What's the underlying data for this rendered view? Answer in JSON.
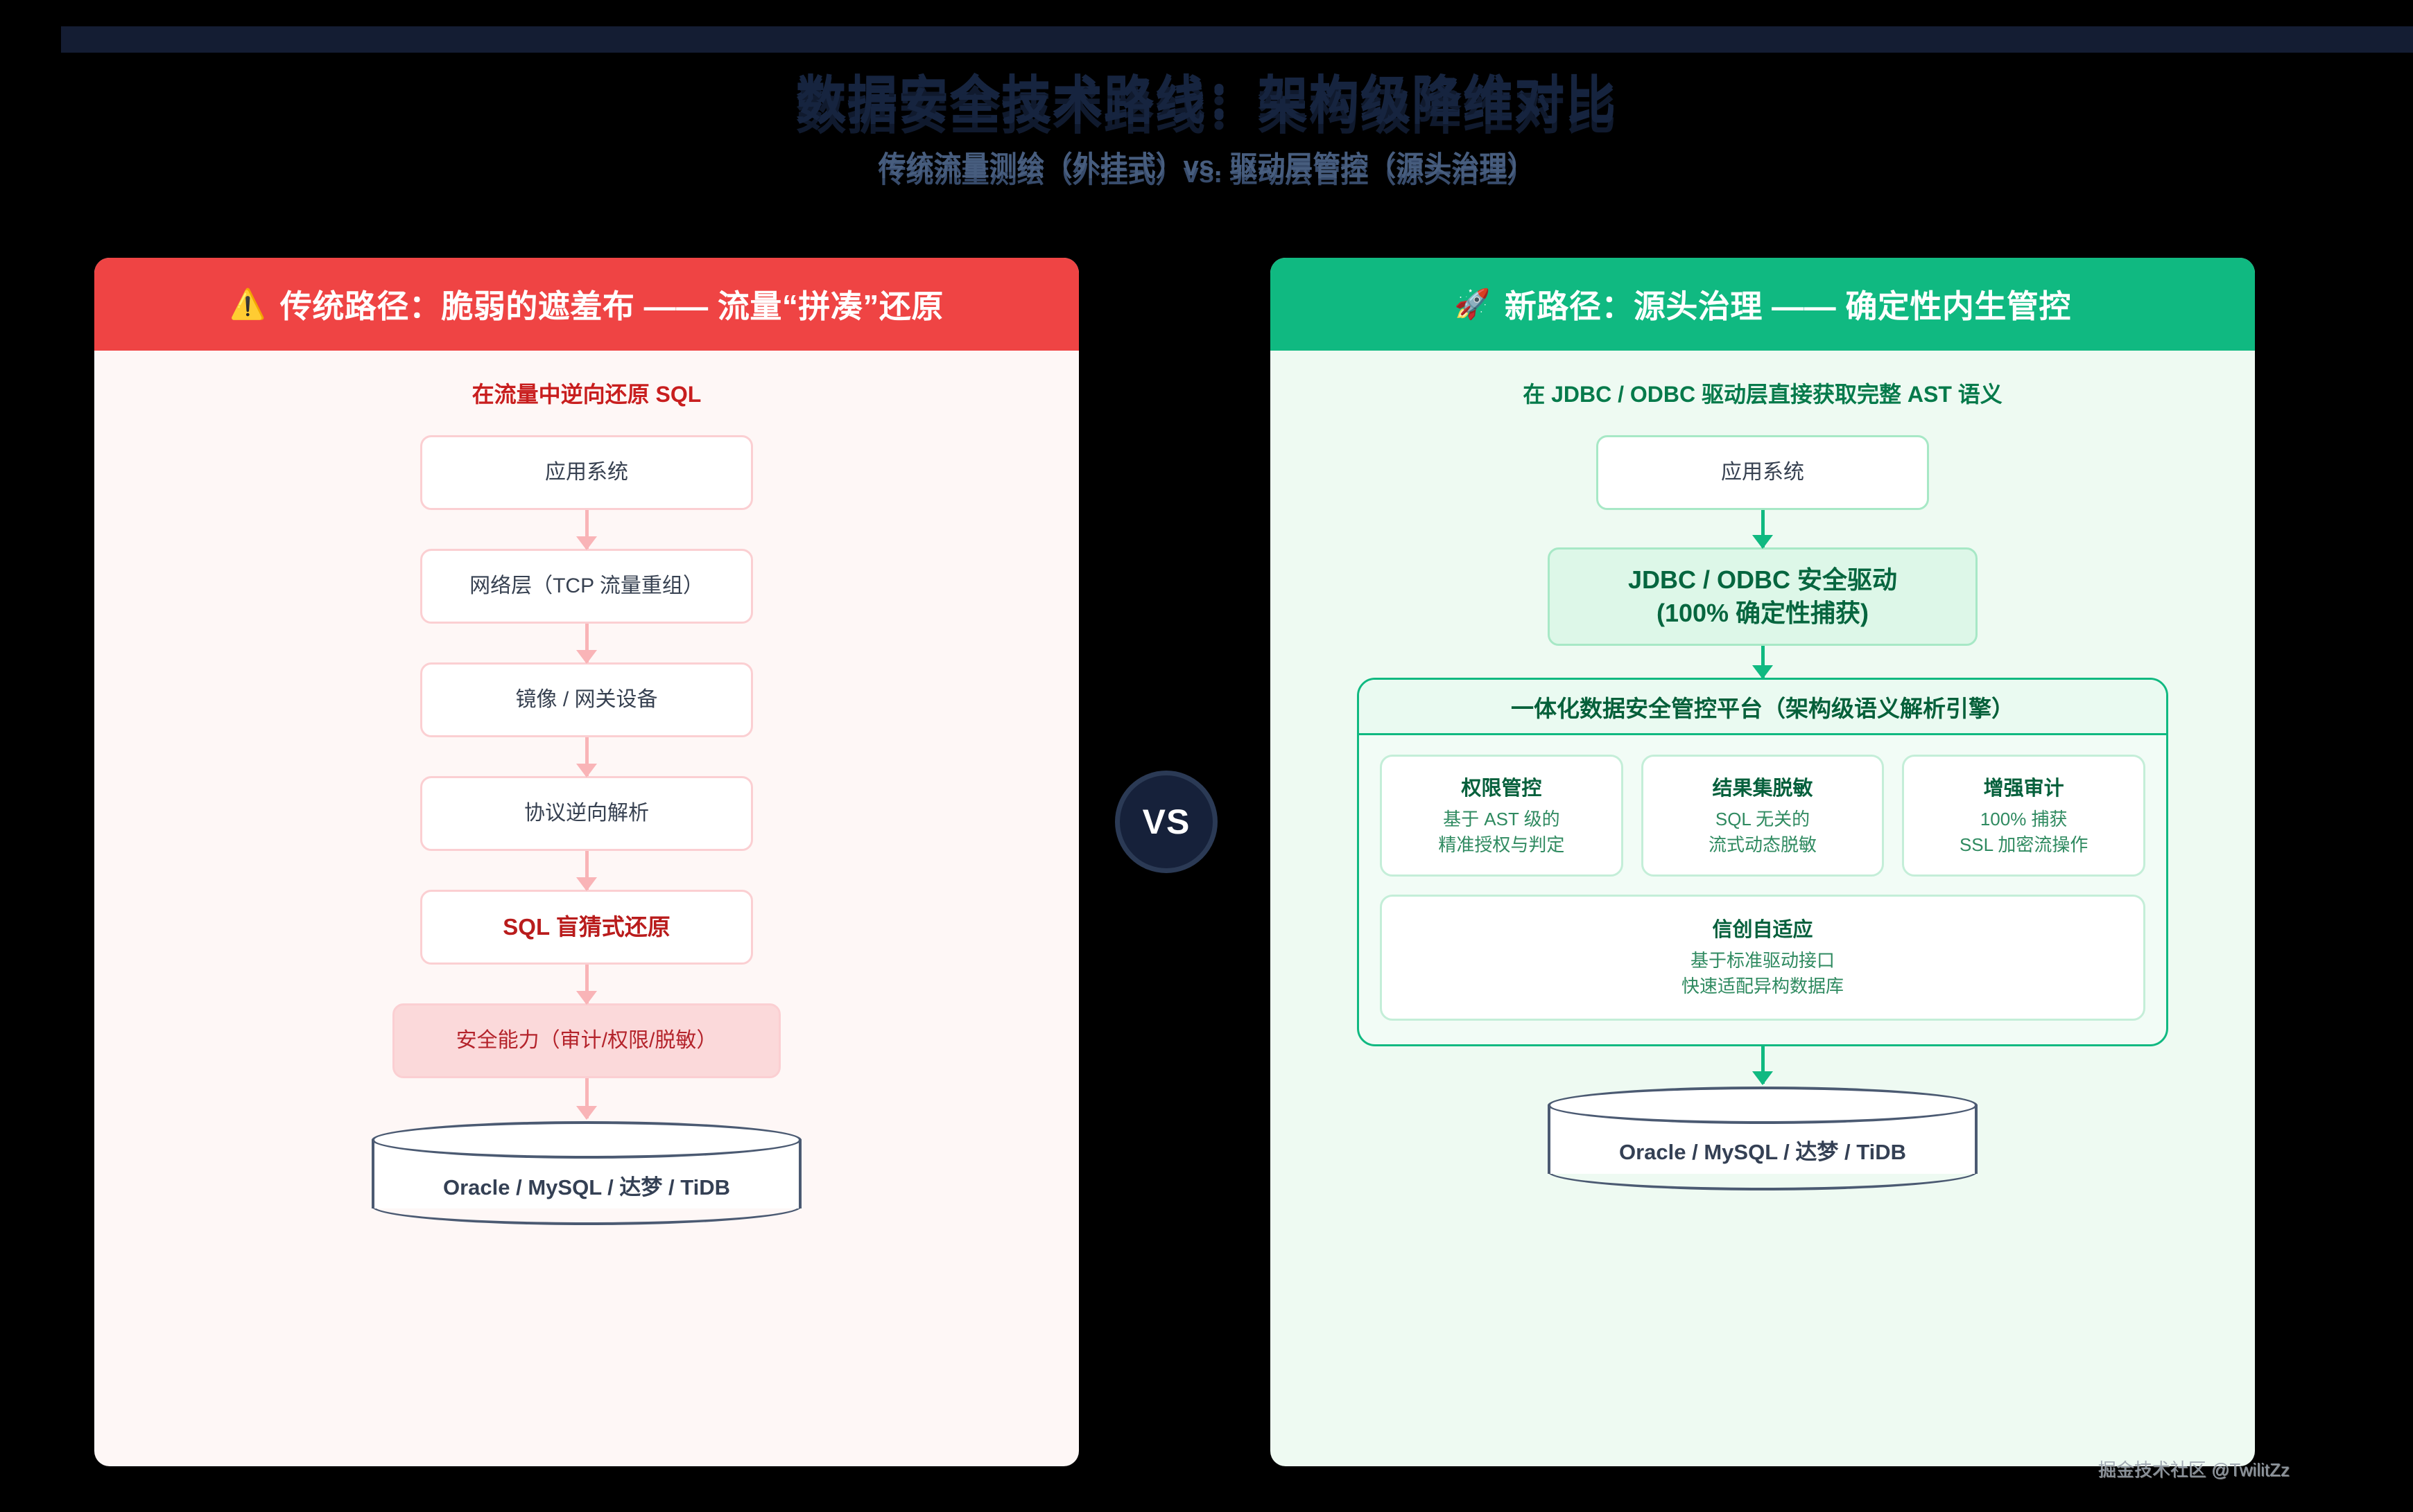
{
  "page": {
    "title": "数据安全技术路线：架构级降维对比",
    "subtitle": "传统流量测绘（外挂式）vs. 驱动层管控（源头治理）",
    "vs_label": "VS",
    "watermark": "掘金技术社区 @TwilitZz",
    "colors": {
      "background": "#000000",
      "topbar": "#141d33",
      "traditional_accent": "#ef4444",
      "new_accent": "#10b981",
      "danger_text": "#b91c1c",
      "success_text": "#05603a",
      "db_outline": "#4b5a72"
    }
  },
  "left_panel": {
    "header_icon": "warning-icon",
    "header_icon_glyph": "⚠️",
    "header_title": "传统路径：脆弱的遮羞布 —— 流量“拼凑”还原",
    "caption": "在流量中逆向还原 SQL",
    "nodes": [
      {
        "label": "应用系统",
        "style": "plain"
      },
      {
        "label": "网络层（TCP 流量重组）",
        "style": "plain"
      },
      {
        "label": "镜像 / 网关设备",
        "style": "plain"
      },
      {
        "label": "协议逆向解析",
        "style": "plain"
      },
      {
        "label": "SQL 盲猜式还原",
        "style": "emphasis"
      },
      {
        "label": "安全能力（审计/权限/脱敏）",
        "style": "filled"
      }
    ],
    "database_label": "Oracle / MySQL / 达梦 / TiDB"
  },
  "right_panel": {
    "header_icon": "rocket-icon",
    "header_icon_glyph": "🚀",
    "header_title": "新路径：源头治理 —— 确定性内生管控",
    "caption": "在 JDBC / ODBC 驱动层直接获取完整 AST 语义",
    "nodes": [
      {
        "label": "应用系统",
        "style": "plain"
      },
      {
        "label": "JDBC / ODBC 安全驱动\n(100% 确定性捕获)",
        "style": "emphasis"
      }
    ],
    "driver_node_line1": "JDBC / ODBC 安全驱动",
    "driver_node_line2": "(100% 确定性捕获)",
    "platform_title": "一体化数据安全管控平台（架构级语义解析引擎）",
    "capabilities": [
      {
        "title": "权限管控",
        "line1": "基于 AST 级的",
        "line2": "精准授权与判定"
      },
      {
        "title": "结果集脱敏",
        "line1": "SQL 无关的",
        "line2": "流式动态脱敏"
      },
      {
        "title": "增强审计",
        "line1": "100% 捕获",
        "line2": "SSL 加密流操作"
      }
    ],
    "wide_capability": {
      "title": "信创自适应",
      "line1": "基于标准驱动接口",
      "line2": "快速适配异构数据库"
    },
    "database_label": "Oracle / MySQL / 达梦 / TiDB"
  }
}
